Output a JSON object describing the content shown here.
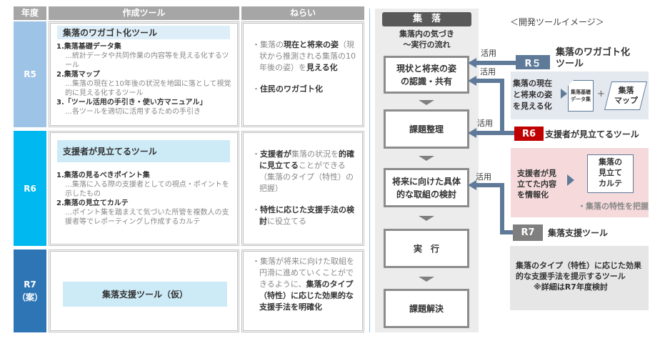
{
  "table": {
    "headers": {
      "year": "年度",
      "tool": "作成ツール",
      "aim": "ねらい"
    },
    "rows": [
      {
        "year": "R5",
        "year_color": "#9dc3e6",
        "tool_title": "集落のワガゴト化ツール",
        "items": [
          {
            "title": "1.集落基礎データ集",
            "desc": "…統計データや共同作業の内容等を見える化するツール"
          },
          {
            "title": "2.集落マップ",
            "desc": "…集落の現在と10年後の状況を地図に落として視覚的に見える化するツール"
          },
          {
            "title": "3.「ツール活用の手引き・使い方マニュアル」",
            "desc": "…各ツールを適切に活用するための手引き"
          }
        ],
        "aim": [
          [
            {
              "t": "集落の",
              "b": false
            },
            {
              "t": "現在と将来の姿",
              "b": true
            },
            {
              "t": "（現状から推測される集落の10年後の姿）を",
              "b": false
            },
            {
              "t": "見える化",
              "b": true
            }
          ],
          [
            {
              "t": "住民のワガゴト化",
              "b": true
            }
          ]
        ]
      },
      {
        "year": "R6",
        "year_color": "#00b8f0",
        "tool_title": "支援者が見立てるツール",
        "items": [
          {
            "title": "1.集落の見るべきポイント集",
            "desc": "…集落に入る際の支援者としての視点・ポイントを示したもの"
          },
          {
            "title": "2.集落の見立てカルテ",
            "desc": "…ポイント集を踏まえて気づいた所管を複数人の支援者等でレポーティングし作成するカルテ"
          }
        ],
        "aim": [
          [
            {
              "t": "支援者が",
              "b": true
            },
            {
              "t": "集落の状況を",
              "b": false
            },
            {
              "t": "的確に見立てる",
              "b": true
            },
            {
              "t": "ことができる（集落のタイプ（特性）の把握）",
              "b": false
            }
          ],
          [
            {
              "t": "特性に応じた支援手法の検討",
              "b": true
            },
            {
              "t": "に役立てる",
              "b": false
            }
          ]
        ]
      },
      {
        "year": "R7\n（案）",
        "year_color": "#2e75b6",
        "tool_title": "集落支援ツール（仮）",
        "items": [],
        "aim": [
          [
            {
              "t": "集落が将来に向けた取組を円滑に進めていくことができるように、",
              "b": false
            },
            {
              "t": "集落のタイプ（特性）に応じた効果的な支援手法を明確化",
              "b": true
            }
          ]
        ]
      }
    ]
  },
  "flow": {
    "title": "集　落",
    "subtitle": "集落内の気づき\n～実行の流れ",
    "steps": [
      "現状と将来の姿\nの認識・共有",
      "課題整理",
      "将来に向けた具体\n的な取組の検討",
      "実　行",
      "課題解決"
    ],
    "use_label": "活用"
  },
  "image": {
    "title": "＜開発ツールイメージ＞",
    "r5": {
      "tag": "R５",
      "name": "集落のワガゴト化\nツール",
      "desc": "集落の現在\nと将来の姿\nを見える化",
      "doc1": "集落基礎\nデータ集",
      "plus": "+",
      "doc2": "集落\nマップ",
      "color": "#5f7a99"
    },
    "r6": {
      "tag": "R6",
      "name": "支援者が見立てるツール",
      "desc": "支援者が見\n立てた内容\nを情報化",
      "doc": "集落の\n見立て\nカルテ",
      "note": "・集落の特性を把握",
      "color": "#c00000"
    },
    "r7": {
      "tag": "R7",
      "name": "集落支援ツール",
      "desc": "集落のタイプ（特性）に応じた効果的な支援手法を提示するツール",
      "note": "※詳細はR7年度検討",
      "color": "#7f7f7f"
    }
  }
}
